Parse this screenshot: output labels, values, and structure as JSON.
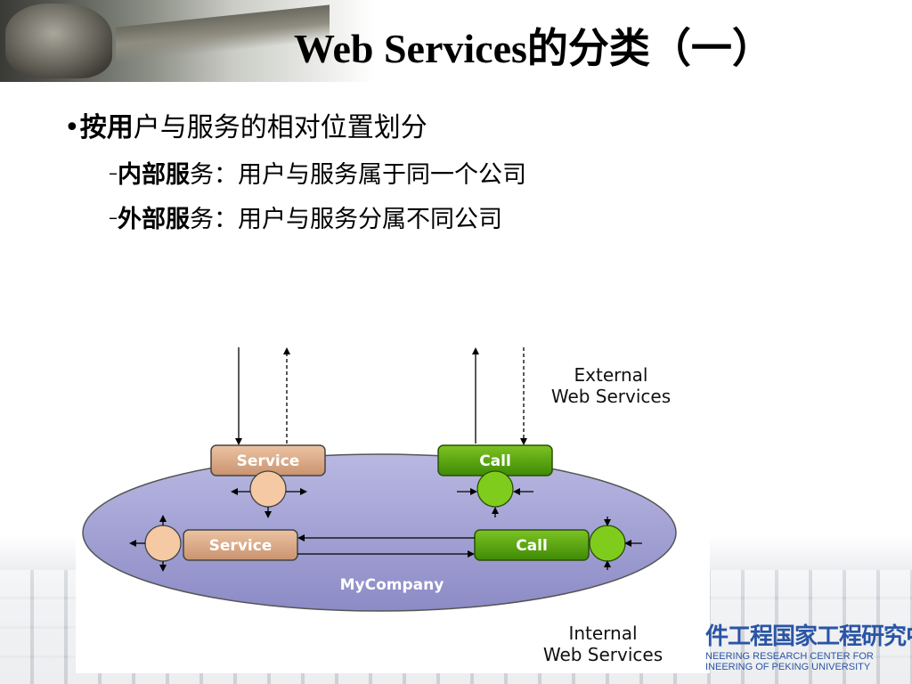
{
  "slide": {
    "title": "Web Services的分类（一）",
    "bullet": {
      "marker": "•",
      "bold": "按用",
      "rest": "户与服务的相对位置划分"
    },
    "sub_items": [
      {
        "dash": "–",
        "bold": "内部服",
        "rest": "务：用户与服务属于同一个公司"
      },
      {
        "dash": "–",
        "bold": "外部服",
        "rest": "务：用户与服务分属不同公司"
      }
    ]
  },
  "diagram": {
    "external_label": [
      "External",
      "Web Services"
    ],
    "internal_label": [
      "Internal",
      "Web Services"
    ],
    "company_label": "MyCompany",
    "service_label": "Service",
    "call_label": "Call",
    "colors": {
      "service": "#d9a984",
      "service_node": "#f5c9a3",
      "call": "#5aa80f",
      "call_node": "#7fcc1d",
      "ellipse": "#9b9ad0"
    }
  },
  "footer": {
    "logo_cn": "件工程国家工程研究中心",
    "logo_en_1": "NEERING RESEARCH CENTER FOR",
    "logo_en_2": "INEERING OF PEKING UNIVERSITY"
  }
}
